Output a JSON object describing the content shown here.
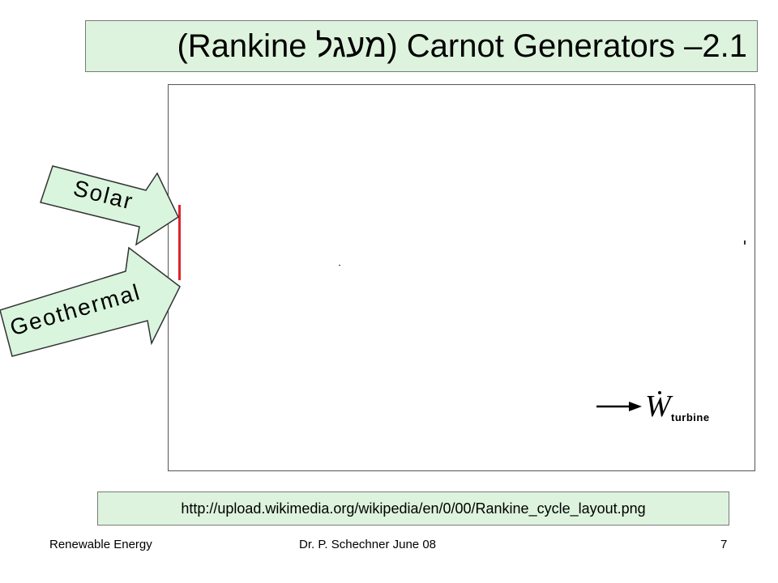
{
  "slide": {
    "title": "(Rankine מעגל)  Carnot Generators –2.1",
    "arrows": {
      "solar": "Solar",
      "geothermal": "Geothermal"
    },
    "work_symbol": "W",
    "work_subscript": "turbine",
    "source_url": "http://upload.wikimedia.org/wikipedia/en/0/00/Rankine_cycle_layout.png"
  },
  "footer": {
    "left": "Renewable Energy",
    "center": "Dr. P. Schechner   June 08",
    "page_number": "7"
  },
  "colors": {
    "title_background": "#ddf3dd",
    "arrow_fill": "#d9f5dd",
    "red_bar": "#e0242b"
  }
}
